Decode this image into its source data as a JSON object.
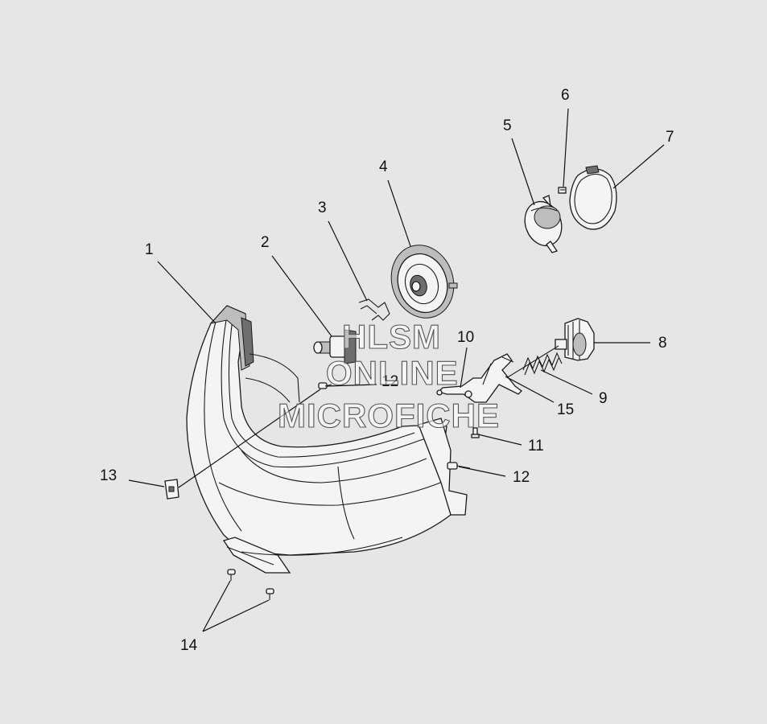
{
  "callouts": {
    "c1": "1",
    "c2": "2",
    "c3": "3",
    "c4": "4",
    "c5": "5",
    "c6": "6",
    "c7": "7",
    "c8": "8",
    "c9": "9",
    "c10": "10",
    "c11": "11",
    "c12a": "12",
    "c12b": "12",
    "c13": "13",
    "c14": "14",
    "c15": "15"
  },
  "watermark": {
    "line1": "HLSM",
    "line2": "ONLINE",
    "line3": "MICROFICHE"
  }
}
